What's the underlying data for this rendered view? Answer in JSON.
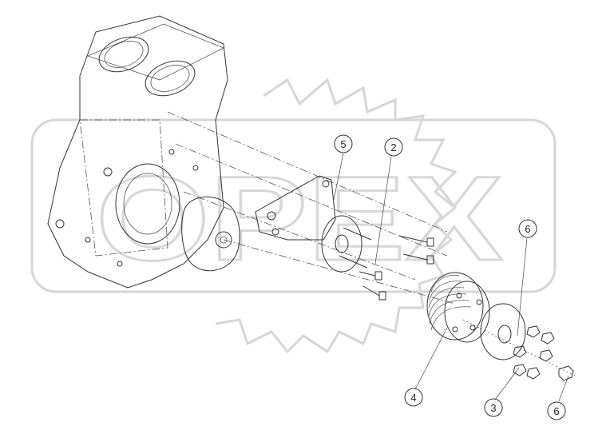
{
  "watermark": {
    "text": "OPEX"
  },
  "callouts": [
    {
      "id": "callout-2",
      "label": "2"
    },
    {
      "id": "callout-3",
      "label": "3"
    },
    {
      "id": "callout-4",
      "label": "4"
    },
    {
      "id": "callout-5",
      "label": "5"
    },
    {
      "id": "callout-6-top",
      "label": "6"
    },
    {
      "id": "callout-6-bottom",
      "label": "6"
    }
  ],
  "colors": {
    "line": "#333333",
    "watermark": "#d6d6d6",
    "background": "#ffffff"
  }
}
